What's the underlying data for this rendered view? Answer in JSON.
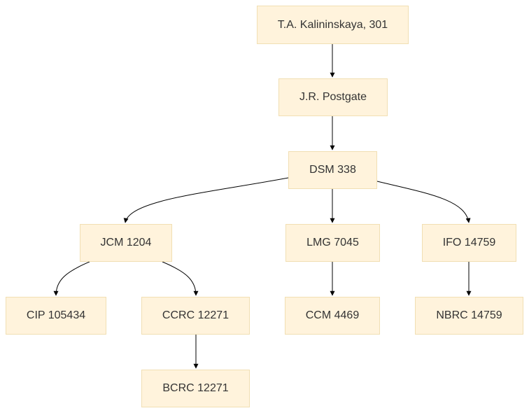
{
  "diagram": {
    "nodes": {
      "kalininskaya": "T.A. Kalininskaya, 301",
      "postgate": "J.R. Postgate",
      "dsm": "DSM 338",
      "jcm": "JCM 1204",
      "lmg": "LMG 7045",
      "ifo": "IFO 14759",
      "cip": "CIP 105434",
      "ccrc": "CCRC 12271",
      "ccm": "CCM 4469",
      "nbrc": "NBRC 14759",
      "bcrc": "BCRC 12271"
    },
    "edges": [
      [
        "kalininskaya",
        "postgate"
      ],
      [
        "postgate",
        "dsm"
      ],
      [
        "dsm",
        "jcm"
      ],
      [
        "dsm",
        "lmg"
      ],
      [
        "dsm",
        "ifo"
      ],
      [
        "jcm",
        "cip"
      ],
      [
        "jcm",
        "ccrc"
      ],
      [
        "lmg",
        "ccm"
      ],
      [
        "ifo",
        "nbrc"
      ],
      [
        "ccrc",
        "bcrc"
      ]
    ],
    "colors": {
      "node_fill": "#fff3dc",
      "node_border": "#f1dfb3",
      "edge": "#000000"
    }
  }
}
